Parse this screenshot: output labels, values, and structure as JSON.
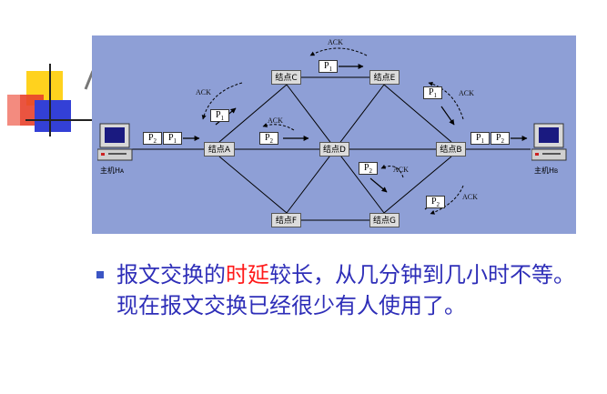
{
  "diagram": {
    "nodes": {
      "a": "结点A",
      "b": "结点B",
      "c": "结点C",
      "d": "结点D",
      "e": "结点E",
      "f": "结点F",
      "g": "结点G"
    },
    "host_left": "主机H",
    "host_left_sub": "A",
    "host_right": "主机H",
    "host_right_sub": "B",
    "packet_base": "P",
    "packet_1_sub": "1",
    "packet_2_sub": "2",
    "ack": "ACK"
  },
  "body": {
    "text_before": "报文交换的",
    "highlight": "时延",
    "text_after": "较长，从几分钟到几小时不等。现在报文交换已经很少有人使用了。"
  },
  "colors": {
    "diagram_bg": "#8e9fd6",
    "text": "#2e2eb8",
    "highlight": "#ff1a1a",
    "bullet": "#3b55c4"
  }
}
